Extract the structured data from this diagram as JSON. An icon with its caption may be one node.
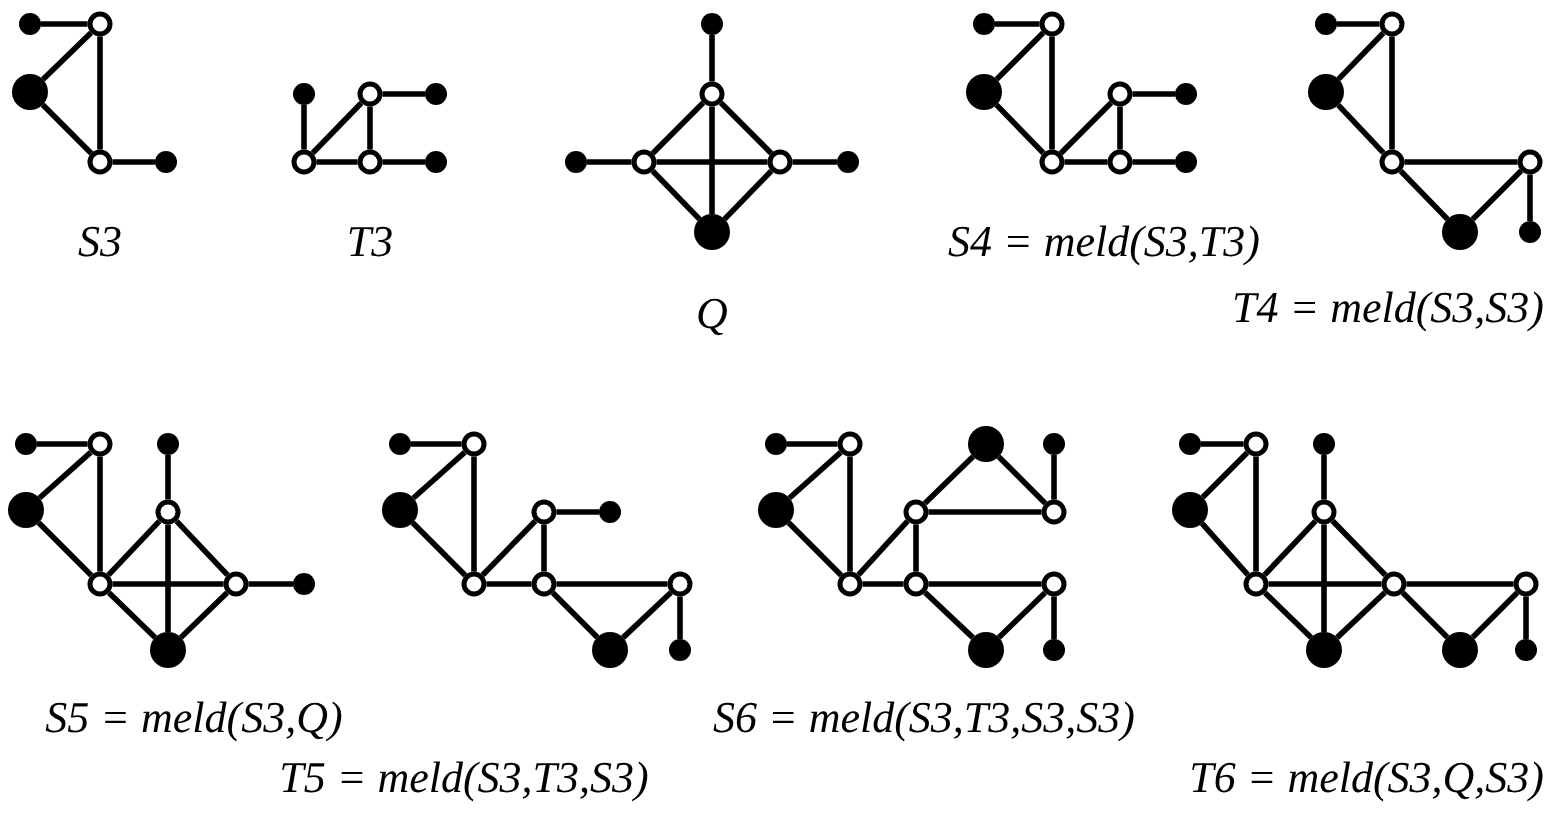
{
  "diagram": {
    "nodes": [
      {
        "text": [],
        "shape": "dot"
      },
      {
        "text": [],
        "shape": "circle"
      },
      {
        "text": [],
        "shape": "disc"
      },
      {
        "text": [],
        "shape": "circle"
      },
      {
        "text": [],
        "shape": "dot"
      },
      {
        "text": [],
        "shape": "dot"
      },
      {
        "text": [],
        "shape": "circle"
      },
      {
        "text": [],
        "shape": "dot"
      },
      {
        "text": [],
        "shape": "circle"
      },
      {
        "text": [],
        "shape": "circle"
      },
      {
        "text": [],
        "shape": "dot"
      },
      {
        "text": [],
        "shape": "dot"
      },
      {
        "text": [],
        "shape": "circle"
      },
      {
        "text": [],
        "shape": "dot"
      },
      {
        "text": [],
        "shape": "circle"
      },
      {
        "text": [],
        "shape": "circle"
      },
      {
        "text": [],
        "shape": "dot"
      },
      {
        "text": [],
        "shape": "disc"
      },
      {
        "text": [],
        "shape": "dot"
      },
      {
        "text": [],
        "shape": "circle"
      },
      {
        "text": [],
        "shape": "disc"
      },
      {
        "text": [],
        "shape": "circle"
      },
      {
        "text": [],
        "shape": "dot"
      },
      {
        "text": [],
        "shape": "circle"
      },
      {
        "text": [],
        "shape": "circle"
      },
      {
        "text": [],
        "shape": "dot"
      },
      {
        "text": [],
        "shape": "dot"
      },
      {
        "text": [],
        "shape": "circle"
      },
      {
        "text": [],
        "shape": "disc"
      },
      {
        "text": [],
        "shape": "circle"
      },
      {
        "text": [],
        "shape": "circle"
      },
      {
        "text": [],
        "shape": "disc"
      },
      {
        "text": [],
        "shape": "dot"
      },
      {
        "text": [],
        "shape": "dot"
      },
      {
        "text": [],
        "shape": "circle"
      },
      {
        "text": [],
        "shape": "dot"
      },
      {
        "text": [],
        "shape": "disc"
      },
      {
        "text": [],
        "shape": "circle"
      },
      {
        "text": [],
        "shape": "circle"
      },
      {
        "text": [],
        "shape": "circle"
      },
      {
        "text": [],
        "shape": "dot"
      },
      {
        "text": [],
        "shape": "disc"
      },
      {
        "text": [],
        "shape": "dot"
      },
      {
        "text": [],
        "shape": "circle"
      },
      {
        "text": [],
        "shape": "disc"
      },
      {
        "text": [],
        "shape": "circle"
      },
      {
        "text": [],
        "shape": "dot"
      },
      {
        "text": [],
        "shape": "circle"
      },
      {
        "text": [],
        "shape": "circle"
      },
      {
        "text": [],
        "shape": "circle"
      },
      {
        "text": [],
        "shape": "disc"
      },
      {
        "text": [],
        "shape": "dot"
      },
      {
        "text": [],
        "shape": "dot"
      },
      {
        "text": [],
        "shape": "circle"
      },
      {
        "text": [],
        "shape": "disc"
      },
      {
        "text": [],
        "shape": "dot"
      },
      {
        "text": [],
        "shape": "disc"
      },
      {
        "text": [],
        "shape": "circle"
      },
      {
        "text": [],
        "shape": "circle"
      },
      {
        "text": [],
        "shape": "circle"
      },
      {
        "text": [],
        "shape": "circle"
      },
      {
        "text": [],
        "shape": "circle"
      },
      {
        "text": [],
        "shape": "disc"
      },
      {
        "text": [],
        "shape": "dot"
      },
      {
        "text": [],
        "shape": "dot"
      },
      {
        "text": [],
        "shape": "circle"
      },
      {
        "text": [],
        "shape": "dot"
      },
      {
        "text": [],
        "shape": "disc"
      },
      {
        "text": [],
        "shape": "circle"
      },
      {
        "text": [],
        "shape": "circle"
      },
      {
        "text": [],
        "shape": "circle"
      },
      {
        "text": [],
        "shape": "circle"
      },
      {
        "text": [],
        "shape": "disc"
      },
      {
        "text": [],
        "shape": "disc"
      },
      {
        "text": [],
        "shape": "dot"
      }
    ],
    "edges": [
      {
        "from": 0,
        "to": 1,
        "arrow": "none"
      },
      {
        "from": 1,
        "to": 2,
        "arrow": "none"
      },
      {
        "from": 1,
        "to": 3,
        "arrow": "none"
      },
      {
        "from": 2,
        "to": 3,
        "arrow": "none"
      },
      {
        "from": 3,
        "to": 4,
        "arrow": "none"
      },
      {
        "from": 5,
        "to": 8,
        "arrow": "none"
      },
      {
        "from": 8,
        "to": 6,
        "arrow": "none"
      },
      {
        "from": 6,
        "to": 7,
        "arrow": "none"
      },
      {
        "from": 6,
        "to": 9,
        "arrow": "none"
      },
      {
        "from": 8,
        "to": 9,
        "arrow": "none"
      },
      {
        "from": 9,
        "to": 10,
        "arrow": "none"
      },
      {
        "from": 11,
        "to": 12,
        "arrow": "none"
      },
      {
        "from": 12,
        "to": 14,
        "arrow": "none"
      },
      {
        "from": 12,
        "to": 15,
        "arrow": "none"
      },
      {
        "from": 12,
        "to": 17,
        "arrow": "none"
      },
      {
        "from": 13,
        "to": 14,
        "arrow": "none"
      },
      {
        "from": 14,
        "to": 15,
        "arrow": "none"
      },
      {
        "from": 15,
        "to": 16,
        "arrow": "none"
      },
      {
        "from": 14,
        "to": 17,
        "arrow": "none"
      },
      {
        "from": 15,
        "to": 17,
        "arrow": "none"
      },
      {
        "from": 18,
        "to": 19,
        "arrow": "none"
      },
      {
        "from": 19,
        "to": 20,
        "arrow": "none"
      },
      {
        "from": 19,
        "to": 23,
        "arrow": "none"
      },
      {
        "from": 20,
        "to": 23,
        "arrow": "none"
      },
      {
        "from": 23,
        "to": 21,
        "arrow": "none"
      },
      {
        "from": 21,
        "to": 22,
        "arrow": "none"
      },
      {
        "from": 21,
        "to": 24,
        "arrow": "none"
      },
      {
        "from": 23,
        "to": 24,
        "arrow": "none"
      },
      {
        "from": 24,
        "to": 25,
        "arrow": "none"
      },
      {
        "from": 26,
        "to": 27,
        "arrow": "none"
      },
      {
        "from": 27,
        "to": 28,
        "arrow": "none"
      },
      {
        "from": 27,
        "to": 29,
        "arrow": "none"
      },
      {
        "from": 28,
        "to": 29,
        "arrow": "none"
      },
      {
        "from": 29,
        "to": 31,
        "arrow": "none"
      },
      {
        "from": 29,
        "to": 30,
        "arrow": "none"
      },
      {
        "from": 30,
        "to": 31,
        "arrow": "none"
      },
      {
        "from": 30,
        "to": 32,
        "arrow": "none"
      },
      {
        "from": 33,
        "to": 34,
        "arrow": "none"
      },
      {
        "from": 34,
        "to": 36,
        "arrow": "none"
      },
      {
        "from": 34,
        "to": 38,
        "arrow": "none"
      },
      {
        "from": 36,
        "to": 38,
        "arrow": "none"
      },
      {
        "from": 35,
        "to": 37,
        "arrow": "none"
      },
      {
        "from": 37,
        "to": 38,
        "arrow": "none"
      },
      {
        "from": 37,
        "to": 39,
        "arrow": "none"
      },
      {
        "from": 37,
        "to": 41,
        "arrow": "none"
      },
      {
        "from": 38,
        "to": 39,
        "arrow": "none"
      },
      {
        "from": 38,
        "to": 41,
        "arrow": "none"
      },
      {
        "from": 39,
        "to": 41,
        "arrow": "none"
      },
      {
        "from": 39,
        "to": 40,
        "arrow": "none"
      },
      {
        "from": 42,
        "to": 43,
        "arrow": "none"
      },
      {
        "from": 43,
        "to": 44,
        "arrow": "none"
      },
      {
        "from": 43,
        "to": 47,
        "arrow": "none"
      },
      {
        "from": 44,
        "to": 47,
        "arrow": "none"
      },
      {
        "from": 47,
        "to": 45,
        "arrow": "none"
      },
      {
        "from": 45,
        "to": 46,
        "arrow": "none"
      },
      {
        "from": 45,
        "to": 48,
        "arrow": "none"
      },
      {
        "from": 47,
        "to": 48,
        "arrow": "none"
      },
      {
        "from": 48,
        "to": 49,
        "arrow": "none"
      },
      {
        "from": 48,
        "to": 50,
        "arrow": "none"
      },
      {
        "from": 49,
        "to": 50,
        "arrow": "none"
      },
      {
        "from": 49,
        "to": 51,
        "arrow": "none"
      },
      {
        "from": 52,
        "to": 53,
        "arrow": "none"
      },
      {
        "from": 53,
        "to": 56,
        "arrow": "none"
      },
      {
        "from": 53,
        "to": 59,
        "arrow": "none"
      },
      {
        "from": 56,
        "to": 59,
        "arrow": "none"
      },
      {
        "from": 59,
        "to": 57,
        "arrow": "none"
      },
      {
        "from": 57,
        "to": 54,
        "arrow": "none"
      },
      {
        "from": 54,
        "to": 58,
        "arrow": "none"
      },
      {
        "from": 55,
        "to": 58,
        "arrow": "none"
      },
      {
        "from": 57,
        "to": 58,
        "arrow": "none"
      },
      {
        "from": 57,
        "to": 60,
        "arrow": "none"
      },
      {
        "from": 59,
        "to": 60,
        "arrow": "none"
      },
      {
        "from": 60,
        "to": 61,
        "arrow": "none"
      },
      {
        "from": 60,
        "to": 62,
        "arrow": "none"
      },
      {
        "from": 61,
        "to": 62,
        "arrow": "none"
      },
      {
        "from": 61,
        "to": 63,
        "arrow": "none"
      },
      {
        "from": 64,
        "to": 65,
        "arrow": "none"
      },
      {
        "from": 65,
        "to": 67,
        "arrow": "none"
      },
      {
        "from": 65,
        "to": 69,
        "arrow": "none"
      },
      {
        "from": 67,
        "to": 69,
        "arrow": "none"
      },
      {
        "from": 66,
        "to": 68,
        "arrow": "none"
      },
      {
        "from": 68,
        "to": 69,
        "arrow": "none"
      },
      {
        "from": 68,
        "to": 70,
        "arrow": "none"
      },
      {
        "from": 68,
        "to": 72,
        "arrow": "none"
      },
      {
        "from": 69,
        "to": 70,
        "arrow": "none"
      },
      {
        "from": 69,
        "to": 72,
        "arrow": "none"
      },
      {
        "from": 70,
        "to": 72,
        "arrow": "none"
      },
      {
        "from": 70,
        "to": 73,
        "arrow": "none"
      },
      {
        "from": 70,
        "to": 71,
        "arrow": "none"
      },
      {
        "from": 71,
        "to": 73,
        "arrow": "none"
      },
      {
        "from": 71,
        "to": 74,
        "arrow": "none"
      }
    ],
    "labels": [
      "S3",
      "T3",
      "S4 = meld(S3,T3)",
      "Q",
      "T4 = meld(S3,S3)",
      "S5 = meld(S3,Q)",
      "S6 = meld(S3,T3,S3,S3)",
      "T5 = meld(S3,T3,S3)",
      "T6 = meld(S3,Q,S3)"
    ]
  }
}
